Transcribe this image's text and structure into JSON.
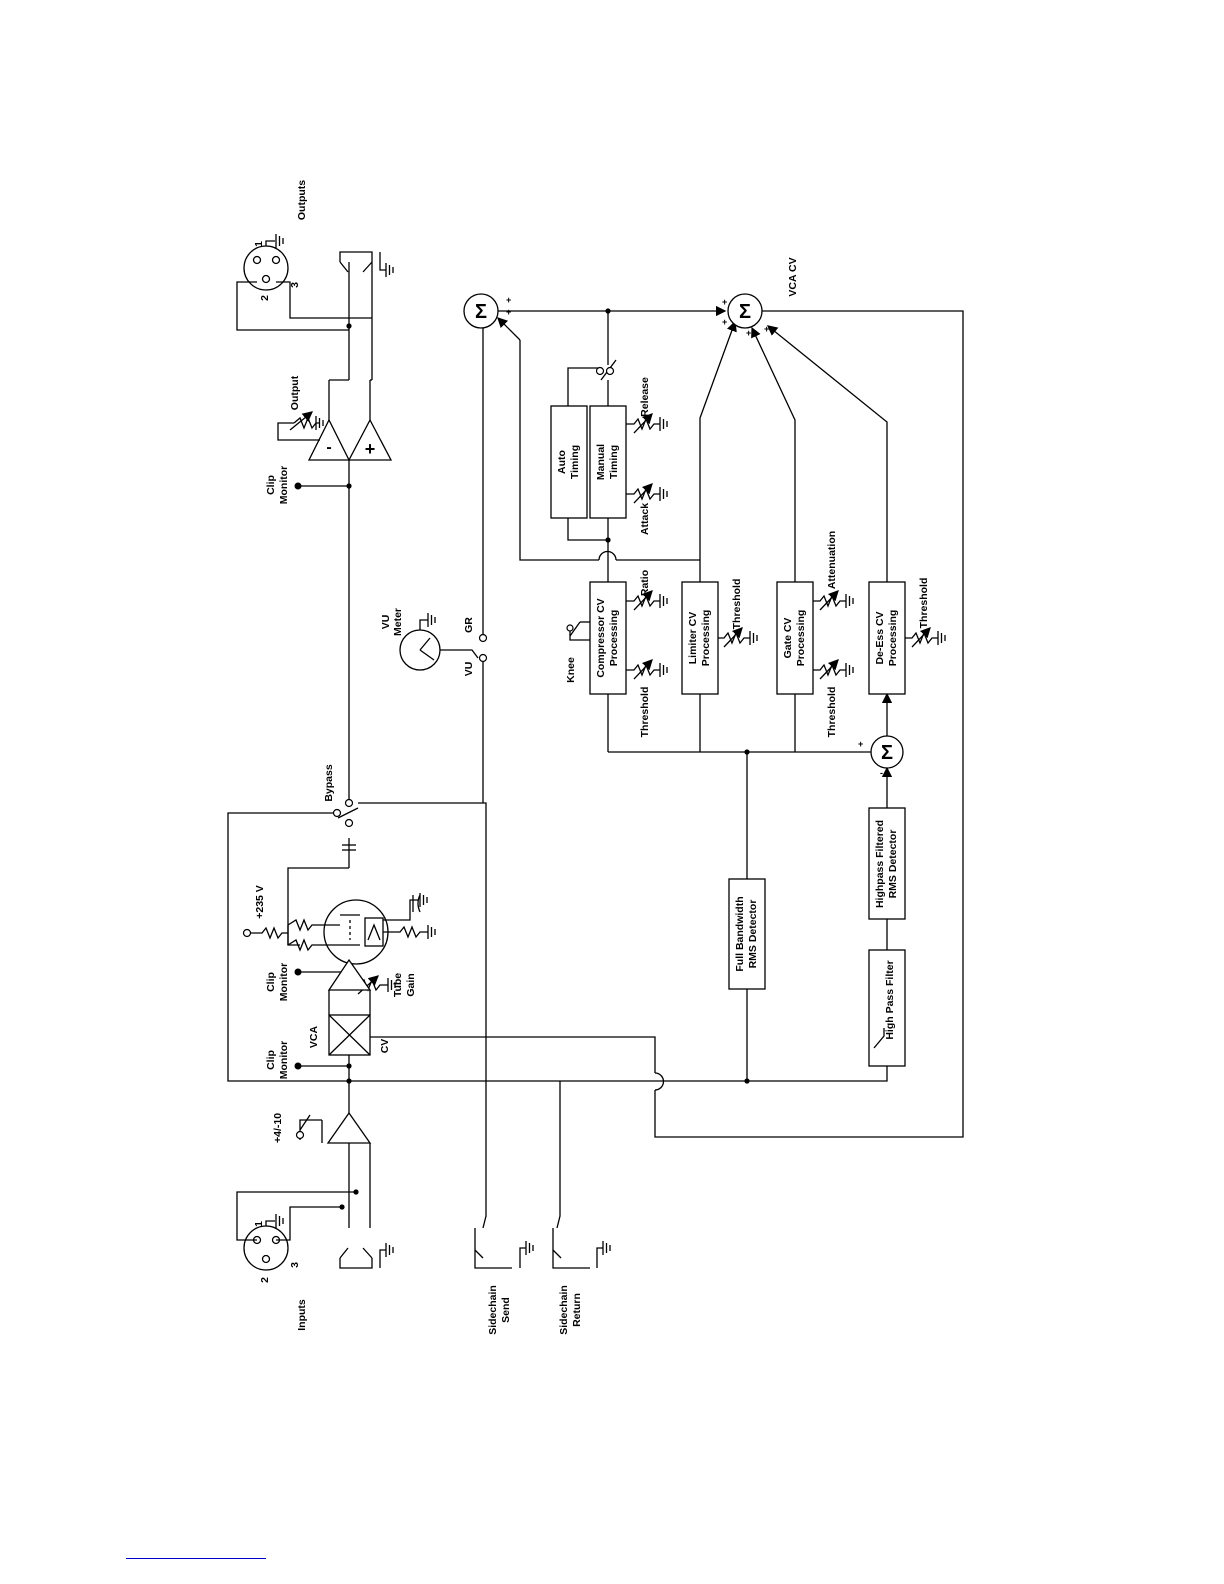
{
  "labels": {
    "outputs": "Outputs",
    "inputs": "Inputs",
    "sidechain_send": [
      "Sidechain",
      "Send"
    ],
    "sidechain_return": [
      "Sidechain",
      "Return"
    ],
    "vca_cv": "VCA CV",
    "clip_monitor": [
      "Clip",
      "Monitor"
    ],
    "output_pot": "Output",
    "vu_meter": [
      "VU",
      "Meter"
    ],
    "gr": "GR",
    "vu": "VU",
    "bypass": "Bypass",
    "plus_235v": "+235 V",
    "tube_gain": [
      "Tube",
      "Gain"
    ],
    "vca": "VCA",
    "cv": "CV",
    "plus4_minus10": "+4/-10",
    "knee": "Knee",
    "threshold": "Threshold",
    "ratio": "Ratio",
    "attack": "Attack",
    "release": "Release",
    "attenuation": "Attenuation",
    "pin_1": "1",
    "pin_2": "2",
    "pin_3": "3",
    "sigma": "Σ",
    "plus": "+",
    "minus": "-"
  },
  "blocks": {
    "auto_timing": [
      "Auto",
      "Timing"
    ],
    "manual_timing": [
      "Manual",
      "Timing"
    ],
    "compressor": [
      "Compressor CV",
      "Processing"
    ],
    "limiter": [
      "Limiter CV",
      "Processing"
    ],
    "gate": [
      "Gate CV",
      "Processing"
    ],
    "deess": [
      "De-Ess CV",
      "Processing"
    ],
    "full_bandwidth": [
      "Full Bandwidth",
      "RMS Detector"
    ],
    "highpass_filtered": [
      "Highpass Filtered",
      "RMS Detector"
    ],
    "high_pass_filter": "High Pass Filter"
  }
}
